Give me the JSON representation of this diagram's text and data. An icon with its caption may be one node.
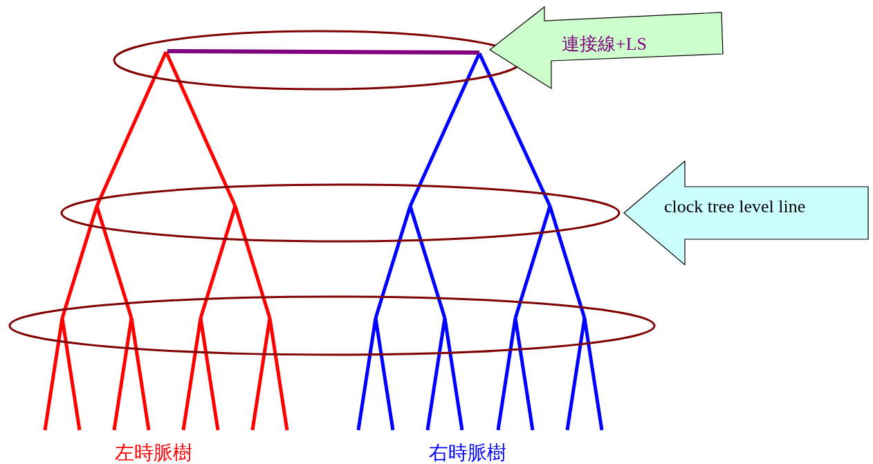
{
  "diagram": {
    "nodes": [
      {
        "text": [
          "連接線+LS"
        ]
      },
      {
        "text": [
          "clock tree level line"
        ]
      }
    ],
    "labels": [
      "左時脈樹",
      "右時脈樹"
    ]
  }
}
